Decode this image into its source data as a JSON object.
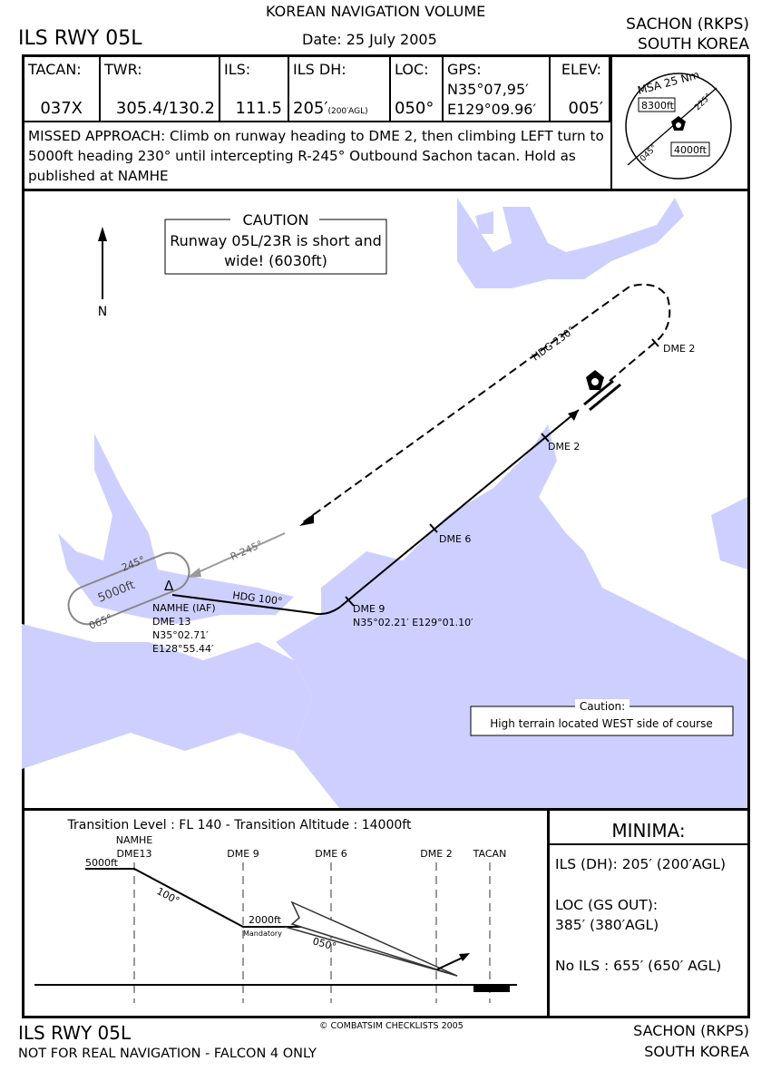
{
  "header": {
    "volume": "KOREAN NAVIGATION VOLUME",
    "procedure": "ILS RWY 05L",
    "date": "Date: 25 July 2005",
    "airport": "SACHON (RKPS)",
    "country": "SOUTH KOREA"
  },
  "info": [
    {
      "label": "TACAN:",
      "value": "037X"
    },
    {
      "label": "TWR:",
      "value": "305.4/130.2"
    },
    {
      "label": "ILS:",
      "value": "111.5"
    },
    {
      "label": "ILS DH:",
      "value": "205′",
      "note": "(200′AGL)"
    },
    {
      "label": "LOC:",
      "value": "050°"
    },
    {
      "label": "GPS:",
      "value": "N35°07,95′",
      "value2": "E129°09.96′"
    },
    {
      "label": "ELEV:",
      "value": "005′"
    }
  ],
  "missed_approach": "MISSED APPROACH: Climb on runway heading to DME 2, then climbing LEFT turn to 5000ft heading 230° until intercepting R-245° Outbound Sachon tacan. Hold as published at NAMHE",
  "msa": {
    "title": "MSA 25 Nm",
    "sector1": "8300ft",
    "sector2": "4000ft",
    "radial1": "225°",
    "radial2": "045°"
  },
  "map": {
    "caution_title": "CAUTION",
    "caution_text": "Runway 05L/23R is short and wide! (6030ft)",
    "north": "N",
    "hdg230": "HDG 230°",
    "dme2": "DME 2",
    "dme2b": "DME 2",
    "dme6": "DME 6",
    "dme9": "DME 9",
    "dme9_coords": "N35°02.21′ E129°01.10′",
    "hdg100": "HDG 100°",
    "r245": "R-245°",
    "hold_out": "245°",
    "hold_in": "065°",
    "hold_alt": "5000ft",
    "namhe": [
      "NAMHE (IAF)",
      "DME 13",
      "N35°02.71′",
      "E128°55.44′"
    ],
    "terrain_title": "Caution:",
    "terrain_text": "High terrain located WEST side of course",
    "water_color": "#cdd0ff"
  },
  "profile": {
    "transition": "Transition Level : FL 140  -  Transition Altitude : 14000ft",
    "fixes": [
      "NAMHE",
      "DME13",
      "DME 9",
      "DME 6",
      "DME 2",
      "TACAN"
    ],
    "alt_start": "5000ft",
    "course1": "100°",
    "alt_mandatory": "2000ft",
    "mandatory": "Mandatory",
    "course2": "050°"
  },
  "minima": {
    "title": "MINIMA:",
    "ils": "ILS (DH): 205′ (200′AGL)",
    "loc_label": "LOC (GS OUT):",
    "loc": "385′ (380′AGL)",
    "no_ils": "No ILS : 655′ (650′ AGL)"
  },
  "footer": {
    "procedure": "ILS RWY 05L",
    "disclaimer": "NOT FOR REAL NAVIGATION - FALCON 4 ONLY",
    "copyright": "© COMBATSIM CHECKLISTS 2005",
    "airport": "SACHON (RKPS)",
    "country": "SOUTH KOREA"
  }
}
